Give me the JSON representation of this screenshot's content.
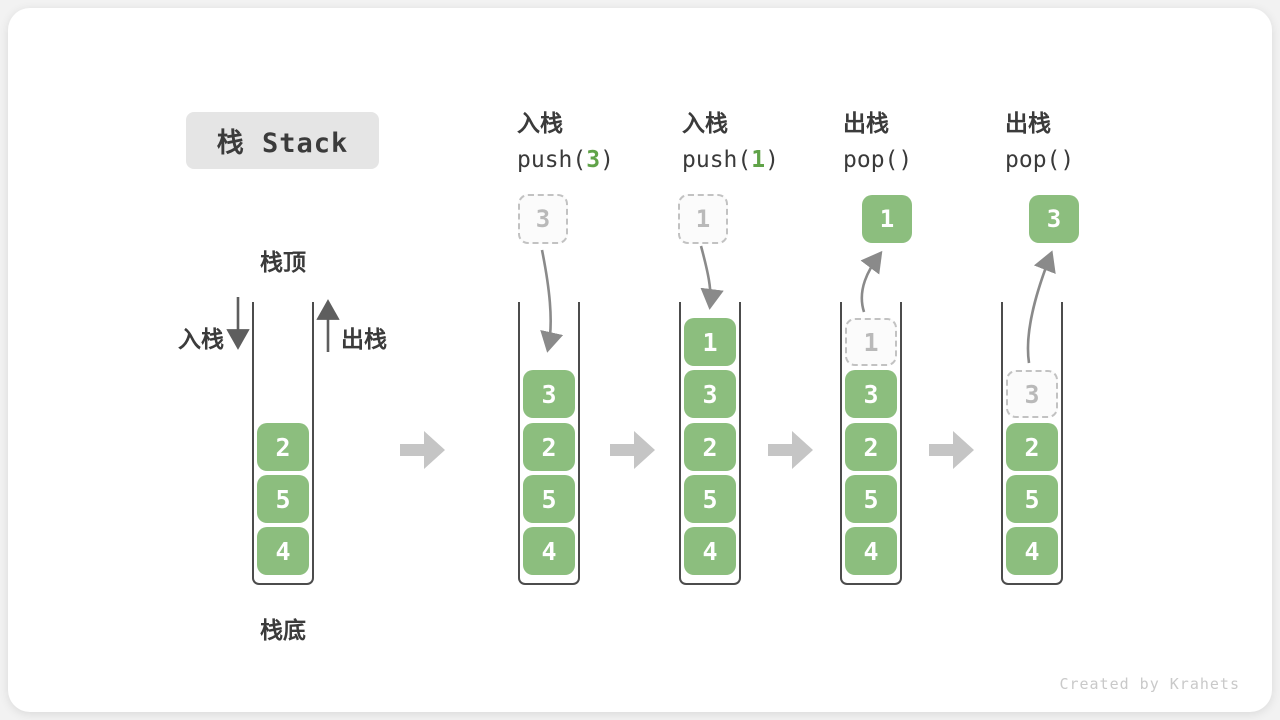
{
  "title": "栈 Stack",
  "labels": {
    "stack_top": "栈顶",
    "stack_bottom": "栈底",
    "push_side": "入栈",
    "pop_side": "出栈"
  },
  "operations": [
    {
      "name": "入栈",
      "code_pre": "push(",
      "arg": "3",
      "code_post": ")"
    },
    {
      "name": "入栈",
      "code_pre": "push(",
      "arg": "1",
      "code_post": ")"
    },
    {
      "name": "出栈",
      "code_pre": "pop(",
      "arg": "",
      "code_post": ")"
    },
    {
      "name": "出栈",
      "code_pre": "pop(",
      "arg": "",
      "code_post": ")"
    }
  ],
  "stacks": [
    {
      "cells": [
        "2",
        "5",
        "4"
      ]
    },
    {
      "floating": "3",
      "cells": [
        "3",
        "2",
        "5",
        "4"
      ]
    },
    {
      "floating": "1",
      "cells": [
        "1",
        "3",
        "2",
        "5",
        "4"
      ]
    },
    {
      "popped": "1",
      "ghost": "1",
      "cells": [
        "3",
        "2",
        "5",
        "4"
      ]
    },
    {
      "popped": "3",
      "ghost": "3",
      "cells": [
        "2",
        "5",
        "4"
      ]
    }
  ],
  "footer": "Created by Krahets",
  "colors": {
    "cell_green": "#8cbe7e",
    "arg_green": "#60a348",
    "title_bg": "#e5e5e5",
    "wall_gray": "#4c4c4c",
    "arrow_gray": "#8a8a8a",
    "block_arrow_gray": "#c5c5c5"
  }
}
